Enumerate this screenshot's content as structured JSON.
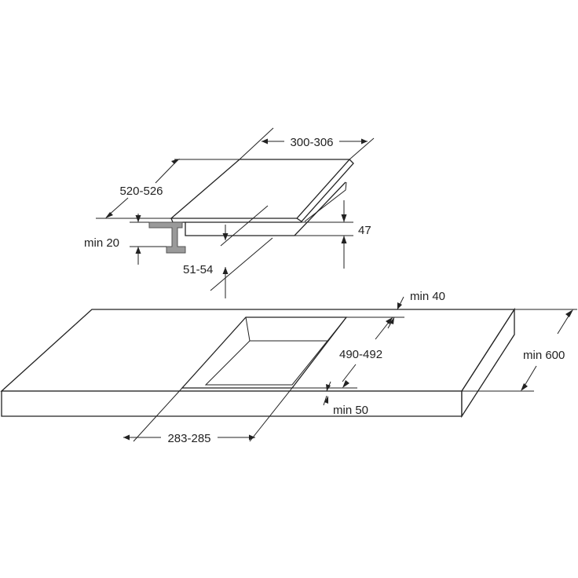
{
  "diagram": {
    "labels": {
      "width_top": "300-306",
      "depth_top": "520-526",
      "height_47": "47",
      "min_20": "min 20",
      "depth_51_54": "51-54",
      "min_40": "min 40",
      "cutout_depth": "490-492",
      "min_600": "min 600",
      "min_50": "min 50",
      "cutout_width": "283-285"
    },
    "colors": {
      "line": "#222222",
      "bracket": "#9a9a9a",
      "background": "#ffffff"
    }
  }
}
